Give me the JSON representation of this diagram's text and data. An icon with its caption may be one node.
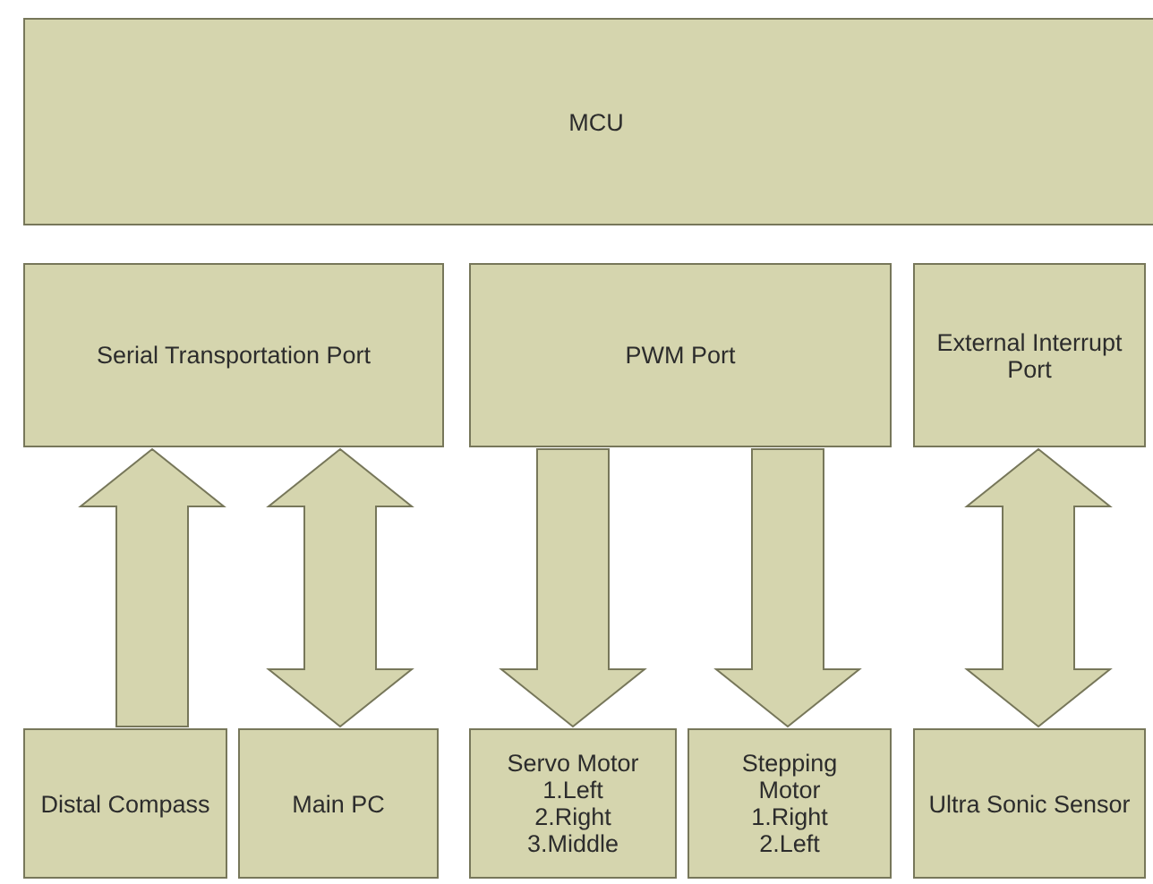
{
  "diagram": {
    "nodes": [
      {
        "text": [
          "MCU"
        ]
      },
      {
        "text": [
          "Serial Transportation Port"
        ]
      },
      {
        "text": [
          "PWM Port"
        ]
      },
      {
        "text": [
          "External Interrupt Port"
        ]
      },
      {
        "text": [
          "Distal Compass"
        ]
      },
      {
        "text": [
          "Main PC"
        ]
      },
      {
        "text": [
          "Servo Motor",
          "1.Left",
          "2.Right",
          "3.Middle"
        ]
      },
      {
        "text": [
          "Stepping Motor",
          "1.Right",
          "2.Left"
        ]
      },
      {
        "text": [
          "Ultra Sonic Sensor"
        ]
      }
    ],
    "edges": [
      {
        "from": 4,
        "to": 1,
        "arrow": "to"
      },
      {
        "from": 5,
        "to": 1,
        "arrow": "both"
      },
      {
        "from": 2,
        "to": 6,
        "arrow": "to"
      },
      {
        "from": 2,
        "to": 7,
        "arrow": "to"
      },
      {
        "from": 8,
        "to": 3,
        "arrow": "both"
      }
    ]
  }
}
